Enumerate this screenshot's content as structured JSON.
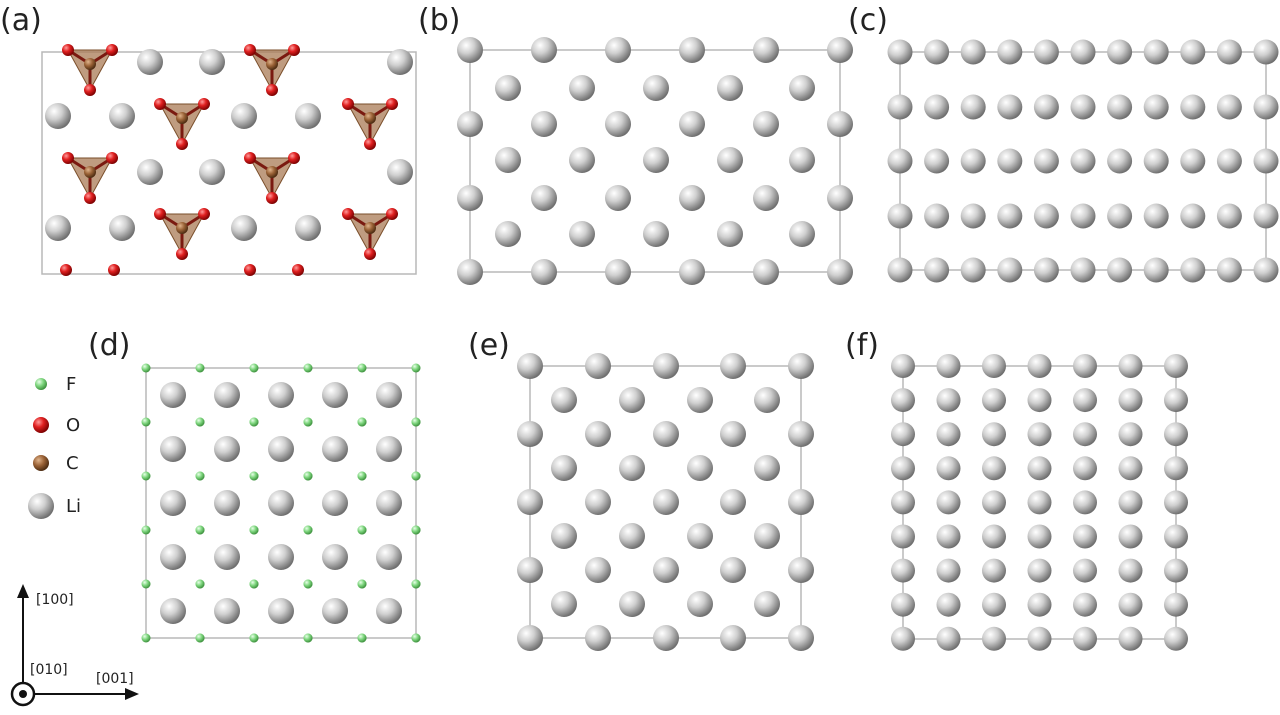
{
  "panels": [
    {
      "id": "a",
      "label": "(a)"
    },
    {
      "id": "b",
      "label": "(b)"
    },
    {
      "id": "c",
      "label": "(c)"
    },
    {
      "id": "d",
      "label": "(d)"
    },
    {
      "id": "e",
      "label": "(e)"
    },
    {
      "id": "f",
      "label": "(f)"
    }
  ],
  "legend": [
    {
      "symbol": "F",
      "label": "F",
      "color": "#7ed67e"
    },
    {
      "symbol": "O",
      "label": "O",
      "color": "#d42020"
    },
    {
      "symbol": "C",
      "label": "C",
      "color": "#8b5a30"
    },
    {
      "symbol": "Li",
      "label": "Li",
      "color": "#b4b4b4"
    }
  ],
  "axes": {
    "up_label": "[100]",
    "out_label": "[010]",
    "right_label": "[001]"
  },
  "colors": {
    "cell_edge": "#b8b8b8",
    "tetra_fill": "#a97b55"
  }
}
